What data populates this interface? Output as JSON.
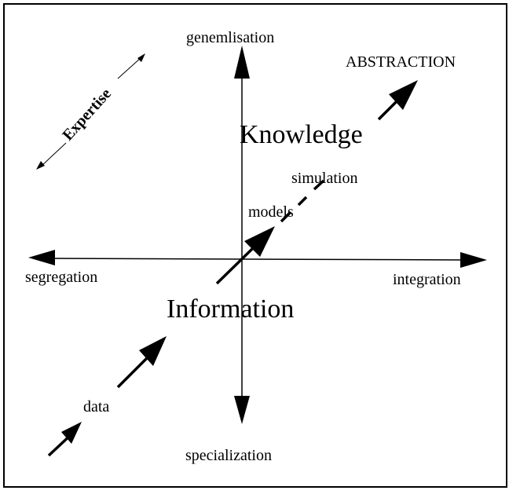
{
  "colors": {
    "ink": "#000000",
    "paper": "#ffffff"
  },
  "labels": {
    "top": "genemlisation",
    "bottom": "specialization",
    "left": "segregation",
    "right": "integration",
    "abstraction": "ABSTRACTION",
    "knowledge": "Knowledge",
    "information": "Information",
    "simulation": "simulation",
    "models": "models",
    "data": "data",
    "expertise": "Expertise"
  }
}
